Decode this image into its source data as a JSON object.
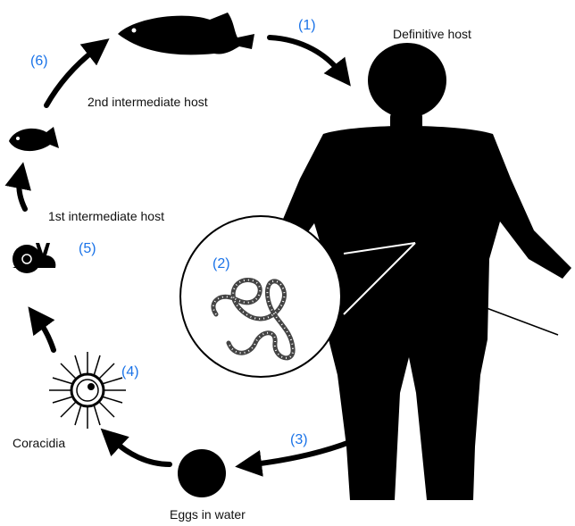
{
  "labels": {
    "definitive_host": "Definitive host",
    "second_intermediate_host": "2nd intermediate host",
    "first_intermediate_host": "1st intermediate host",
    "coracidia": "Coracidia",
    "eggs_in_water": "Eggs in water"
  },
  "steps": {
    "s1": "(1)",
    "s2": "(2)",
    "s3": "(3)",
    "s4": "(4)",
    "s5": "(5)",
    "s6": "(6)"
  },
  "colors": {
    "step_number": "#1a73e8",
    "silhouette": "#000000",
    "text": "#111111"
  },
  "icons": [
    "fish-icon",
    "small-fish-icon",
    "snail-icon",
    "coracidium-icon",
    "egg-icon",
    "human-silhouette",
    "tapeworm-icon"
  ]
}
